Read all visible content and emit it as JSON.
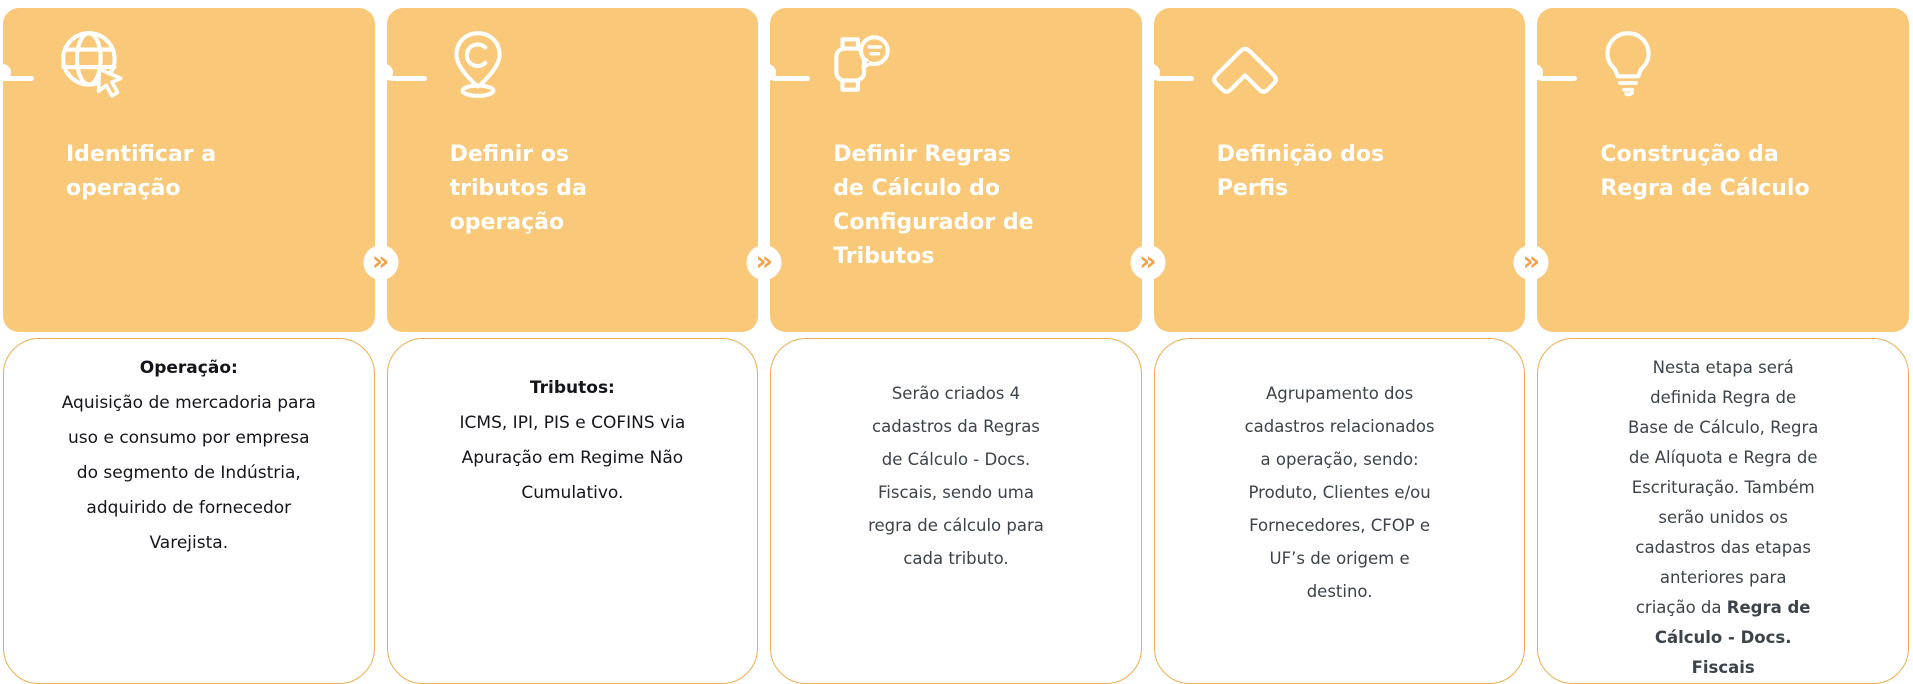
{
  "theme": {
    "card_color": "#F9C878",
    "chevron_color": "#F0A24A",
    "body_border_color": "#EFAD52",
    "title_color": "#FFFFFF",
    "body_text_dark": "#14151B",
    "body_text_gray": "#3D434B"
  },
  "connector": {
    "chevron_glyph": "»"
  },
  "steps": [
    {
      "icon": "globe-cursor-icon",
      "title": "Identificar a operação",
      "body_title": "Operação:",
      "body": "Aquisição de mercadoria para uso e consumo por empresa do segmento de Indústria, adquirido de fornecedor Varejista."
    },
    {
      "icon": "map-pin-icon",
      "title": "Definir os tributos da operação",
      "body_title": "Tributos:",
      "body": "ICMS, IPI, PIS e COFINS via Apuração em Regime Não Cumulativo."
    },
    {
      "icon": "smartwatch-chat-icon",
      "title": "Definir Regras de Cálculo do Configurador de Tributos",
      "body": "Serão criados 4 cadastros da Regras de Cálculo - Docs. Fiscais, sendo uma regra de cálculo para cada tributo."
    },
    {
      "icon": "chevron-up-icon",
      "title": "Definição dos Perfis",
      "body": "Agrupamento dos cadastros relacionados a operação, sendo: Produto, Clientes e/ou Fornecedores, CFOP e UF’s de origem e destino."
    },
    {
      "icon": "lightbulb-icon",
      "title": "Construção da Regra de Cálculo",
      "body": "Nesta etapa será definida Regra de Base de Cálculo, Regra de Alíquota e Regra de Escrituração. Também serão unidos os cadastros das etapas anteriores para criação da ",
      "body_bold_suffix": "Regra de Cálculo - Docs. Fiscais"
    }
  ]
}
